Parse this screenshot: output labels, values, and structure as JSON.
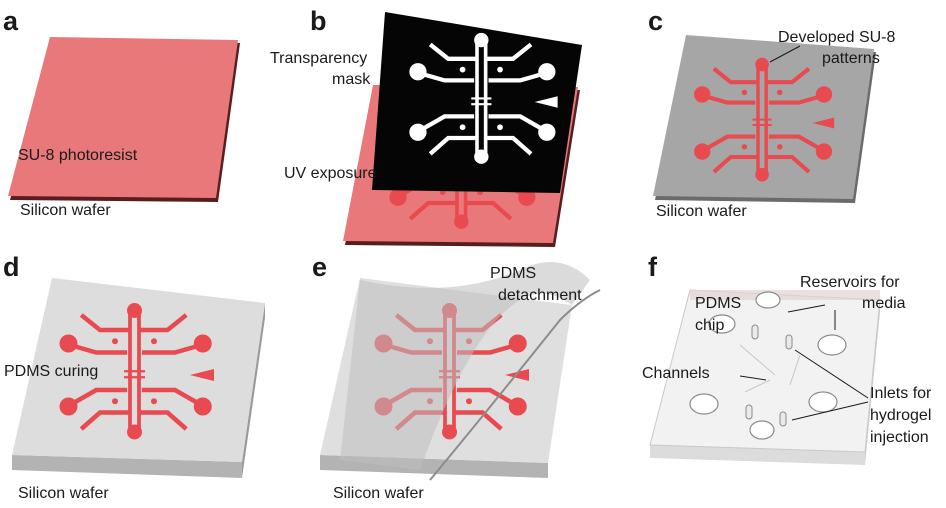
{
  "colors": {
    "photoresist": "#e8787a",
    "pattern": "#e84a4f",
    "mask": "#050505",
    "wafer": "#a6a6a6",
    "pdms": "#d9d9d9"
  },
  "panels": {
    "a": {
      "letter": "a",
      "label_resist": "SU-8 photoresist",
      "label_wafer": "Silicon wafer"
    },
    "b": {
      "letter": "b",
      "label_mask_1": "Transparency",
      "label_mask_2": "mask",
      "label_uv": "UV exposure"
    },
    "c": {
      "letter": "c",
      "label_pattern_1": "Developed SU-8",
      "label_pattern_2": "patterns",
      "label_wafer": "Silicon wafer"
    },
    "d": {
      "letter": "d",
      "label_curing": "PDMS curing",
      "label_wafer": "Silicon wafer"
    },
    "e": {
      "letter": "e",
      "label_detach_1": "PDMS",
      "label_detach_2": "detachment",
      "label_wafer": "Silicon wafer"
    },
    "f": {
      "letter": "f",
      "label_chip_1": "PDMS",
      "label_chip_2": "chip",
      "label_res_1": "Reservoirs for",
      "label_res_2": "media",
      "label_channels": "Channels",
      "label_inlet_1": "Inlets for",
      "label_inlet_2": "hydrogel",
      "label_inlet_3": "injection"
    }
  }
}
